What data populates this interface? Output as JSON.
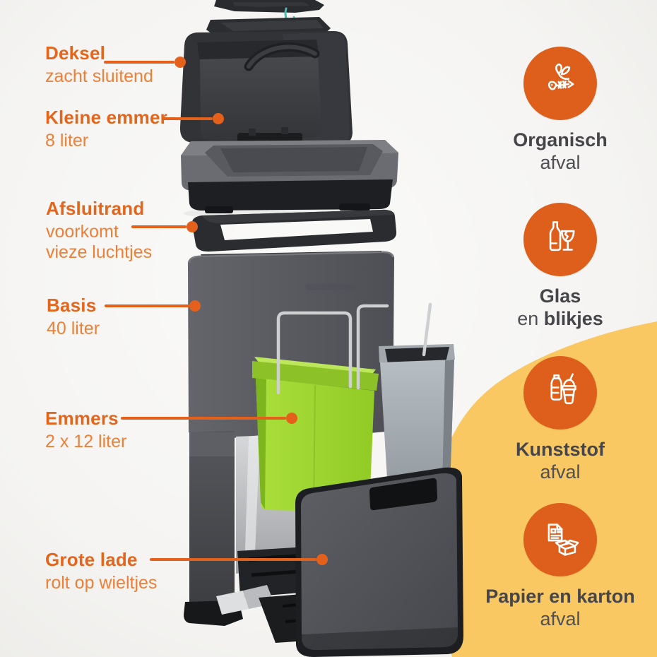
{
  "colors": {
    "background": "#F5F4F2",
    "blob_yellow": "#F9C862",
    "accent_orange_circle": "#DD5F1B",
    "title_orange": "#E3661C",
    "text_orange": "#EC8038",
    "line_orange": "#E4601B",
    "dark_text": "#46464A",
    "dark_sub": "#4F4F54",
    "bucket_green": "#9ED431",
    "bucket_gray": "#A9B0B5",
    "product_dark_gray": "#55565B"
  },
  "callouts": [
    {
      "title": "Deksel",
      "subtitle": "zacht sluitend"
    },
    {
      "title": "Kleine emmer",
      "subtitle": "8 liter"
    },
    {
      "title": "Afsluitrand",
      "subtitle": "voorkomt\nvieze luchtjes"
    },
    {
      "title": "Basis",
      "subtitle": "40 liter"
    },
    {
      "title": "Emmers",
      "subtitle": "2 x 12 liter"
    },
    {
      "title": "Grote lade",
      "subtitle": "rolt op wieltjes"
    }
  ],
  "waste_types": [
    {
      "icon": "organic-waste-icon",
      "title": "Organisch",
      "subtitle_regular": "afval",
      "subtitle_bold": ""
    },
    {
      "icon": "glass-and-cans-icon",
      "title": "Glas",
      "subtitle_regular": "en ",
      "subtitle_bold": "blikjes"
    },
    {
      "icon": "plastic-waste-icon",
      "title": "Kunststof",
      "subtitle_regular": "afval",
      "subtitle_bold": ""
    },
    {
      "icon": "paper-and-cardboard-waste-icon",
      "title": "Papier en karton",
      "subtitle_regular": "afval",
      "subtitle_bold": ""
    }
  ]
}
